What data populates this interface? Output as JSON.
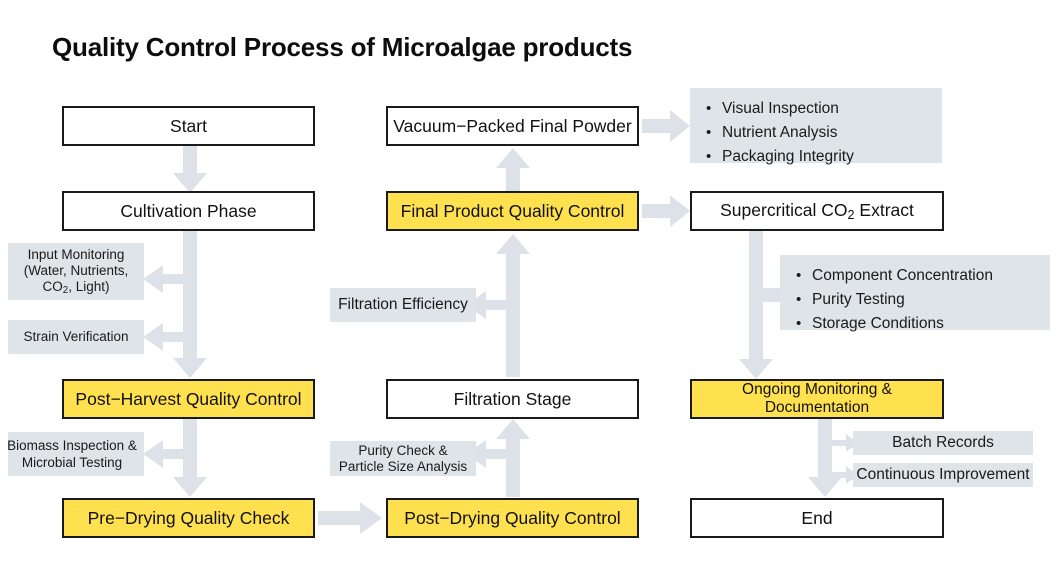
{
  "title": "Quality Control Process of Microalgae products",
  "colors": {
    "accent_yellow": "#ffe04f",
    "chip_gray": "#dfe4e9",
    "arrow_gray": "#dde2e8",
    "outline": "#1a1a1a",
    "text": "#111111",
    "background": "#ffffff"
  },
  "flow": {
    "left_column": {
      "start": "Start",
      "cultivation": "Cultivation Phase",
      "input_monitoring_line1": "Input Monitoring",
      "input_monitoring_line2": "(Water, Nutrients,",
      "input_monitoring_line3_pre": "CO",
      "input_monitoring_line3_sub": "2",
      "input_monitoring_line3_post": ", Light)",
      "strain_verification": "Strain Verification",
      "post_harvest_qc": "Post−Harvest Quality Control",
      "biomass_note": "Biomass Inspection & Microbial Testing",
      "pre_drying_check": "Pre−Drying Quality Check"
    },
    "middle_column": {
      "vacuum_packed": "Vacuum−Packed Final Powder",
      "final_product_qc": "Final Product Quality Control",
      "filtration_efficiency": "Filtration Efficiency",
      "filtration_stage": "Filtration Stage",
      "purity_check_line1": "Purity Check &",
      "purity_check_line2": "Particle Size Analysis",
      "post_drying_qc": "Post−Drying Quality Control"
    },
    "right_column": {
      "final_checks": [
        "Visual Inspection",
        "Nutrient Analysis",
        "Packaging Integrity"
      ],
      "supercritical_pre": "Supercritical CO",
      "supercritical_sub": "2",
      "supercritical_post": " Extract",
      "extract_checks": [
        "Component Concentration",
        "Purity Testing",
        "Storage Conditions"
      ],
      "ongoing_monitoring_line1": "Ongoing Monitoring &",
      "ongoing_monitoring_line2": "Documentation",
      "batch_records": "Batch Records",
      "continuous_improvement": "Continuous Improvement",
      "end": "End"
    }
  },
  "bullet_glyph": "•"
}
